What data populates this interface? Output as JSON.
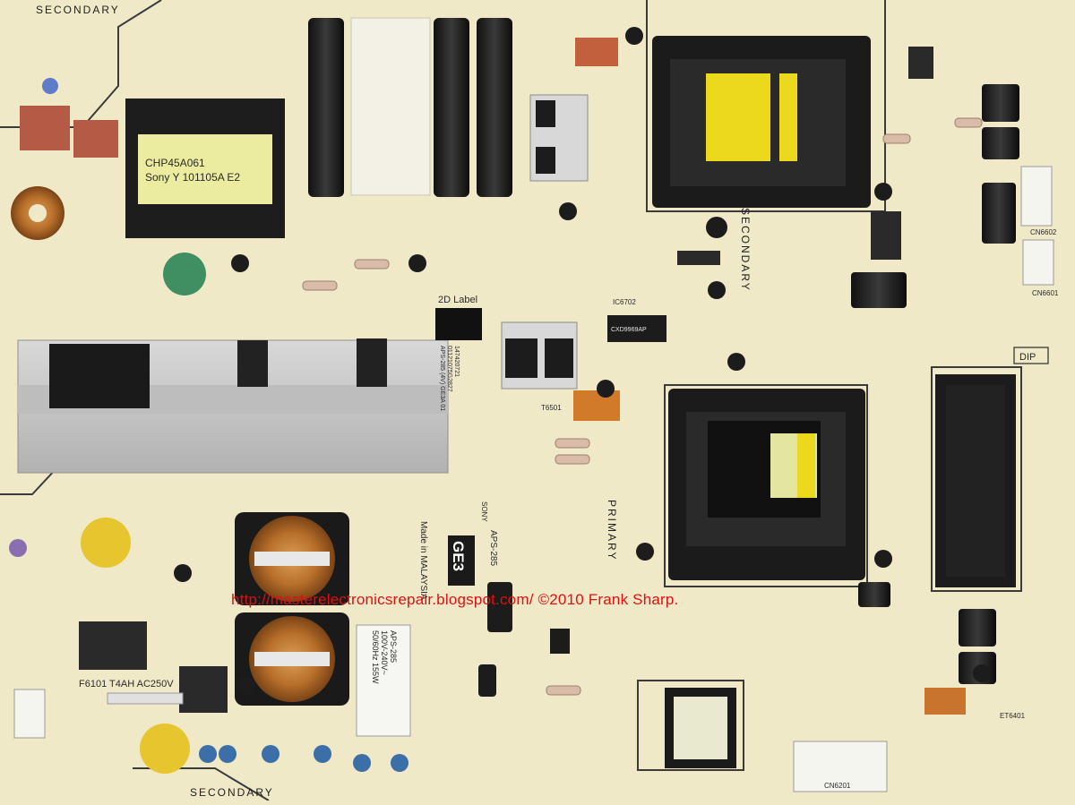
{
  "watermark": "http://masterelectronicsrepair.blogspot.com/ ©2010 Frank Sharp.",
  "board": {
    "secondary_top": "SECONDARY",
    "secondary_bottom": "SECONDARY",
    "secondary_mid": "SECONDARY",
    "primary": "PRIMARY",
    "label_2d": "2D Label",
    "dip": "DIP",
    "model": "APS-285",
    "made_in": "Made in MALAYSIA",
    "ge": "GE3",
    "sony": "SONY",
    "ic_marking": "CXD9969AP",
    "transformer_marking_1": "CHP45A061",
    "transformer_marking_2": "Sony Y 101105A E2",
    "fuse_label": "F6101 T4AH AC250V",
    "serial_1": "147420721",
    "serial_2": "01121075G2827",
    "serial_3": "APS-285 (4V) GE3A 01",
    "rating_model": "APS-285",
    "rating_voltage": "100V-240V~",
    "rating_freq": "50/60Hz 155W",
    "ic_6702": "IC6702",
    "t6501": "T6501",
    "cn6201": "CN6201",
    "cn6601": "CN6601",
    "cn6602": "CN6602",
    "et6401": "ET6401"
  },
  "colors": {
    "pcb": "#efe9c8",
    "watermark": "#e01010",
    "heatsink": "#c9c9c9",
    "transformer_core": "#1b1b1b",
    "transformer_window": "#ecd91e"
  }
}
